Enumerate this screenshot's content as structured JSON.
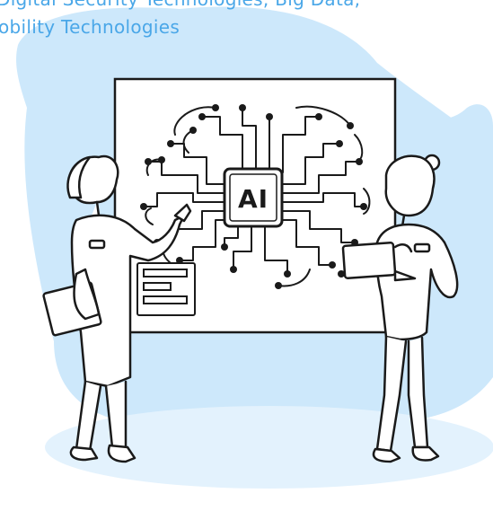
{
  "caption": {
    "line1": "Digital Security Technologies, Big Data,",
    "line2": "obility Technologies"
  },
  "chip": {
    "label": "AI"
  },
  "colors": {
    "caption_text": "#4aa7e8",
    "blob": "#cde8fb",
    "blob_light": "#e3f2fd",
    "ink": "#1a1a1a",
    "paper": "#ffffff"
  }
}
